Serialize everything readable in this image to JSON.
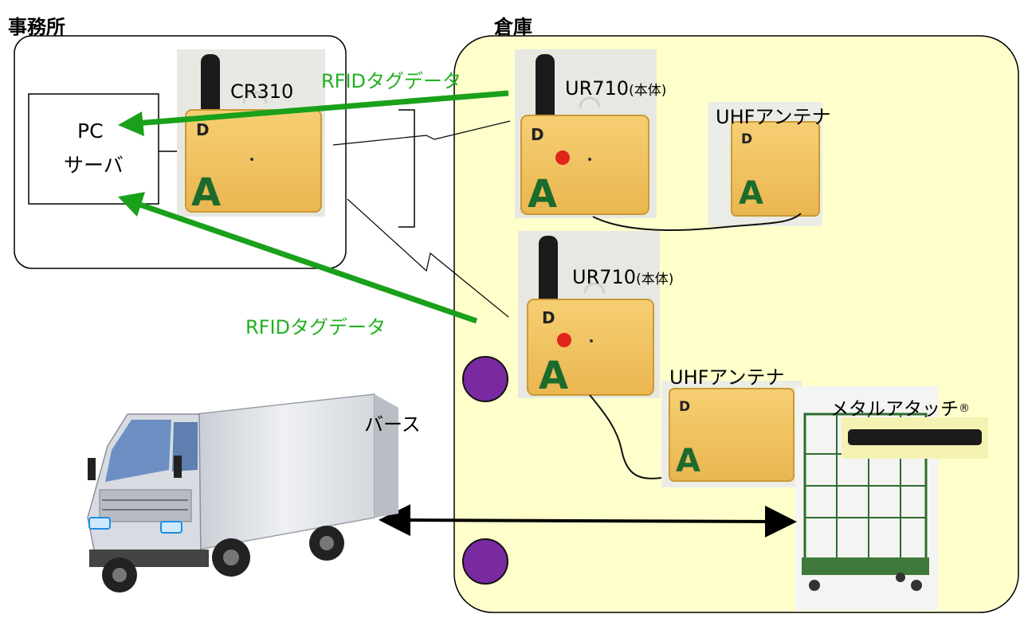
{
  "office": {
    "title": "事務所",
    "pc_line1": "PC",
    "pc_line2": "サーバ",
    "reader_label": "CR310"
  },
  "warehouse": {
    "title": "倉庫",
    "reader1": {
      "model": "UR710",
      "suffix": "(本体)"
    },
    "antenna1_label": "UHFアンテナ",
    "reader2": {
      "model": "UR710",
      "suffix": "(本体)"
    },
    "antenna2_label": "UHFアンテナ",
    "metal_attach_label": "メタルアタッチ",
    "metal_attach_mark": "®"
  },
  "flows": {
    "tag_data_top": "RFIDタグデータ",
    "tag_data_bottom": "RFIDタグデータ"
  },
  "dock": {
    "label": "バース"
  },
  "device": {
    "logo_letter": "A",
    "top_letter": "D"
  },
  "colors": {
    "warehouse_fill": "#ffffcc",
    "flow_green": "#1aa01a",
    "flow_text": "#22b022",
    "marker_purple": "#7a2aa0",
    "device_body": "#f0c060"
  }
}
